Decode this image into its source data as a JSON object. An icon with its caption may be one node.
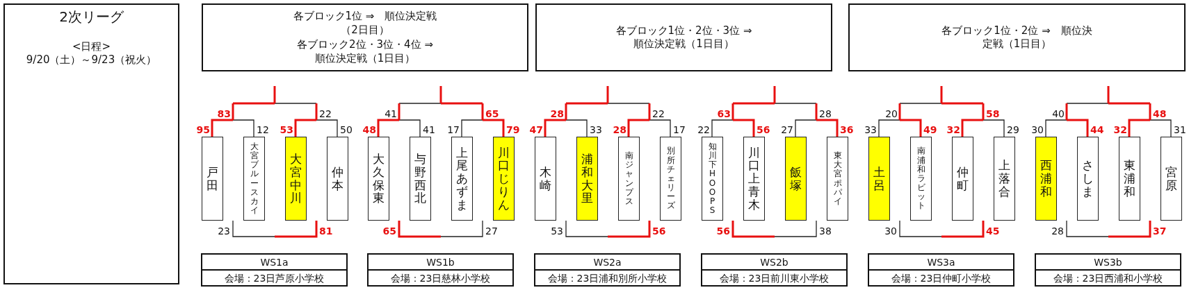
{
  "diagram": {
    "nodes": [
      {
        "text": [
          "2次リーグ",
          "<日程>",
          "9/20（土）～9/23（祝火）"
        ]
      },
      {
        "text": [
          "各ブロック1位 ⇒　順位決定戦（2日目）",
          "各ブロック2位・3位・4位 ⇒　順位決定戦（1日目）"
        ]
      },
      {
        "text": [
          "各ブロック1位・2位・3位 ⇒　順位決定戦（1日目）"
        ]
      },
      {
        "text": [
          "各ブロック1位・2位 ⇒　順位決定戦（1日目）"
        ]
      },
      {
        "text": [
          "戸田"
        ]
      },
      {
        "text": [
          "大宮ブルースカイ"
        ]
      },
      {
        "text": [
          "大宮中川"
        ]
      },
      {
        "text": [
          "仲本"
        ]
      },
      {
        "text": [
          "大久保東"
        ]
      },
      {
        "text": [
          "与野西北"
        ]
      },
      {
        "text": [
          "上尾あずま"
        ]
      },
      {
        "text": [
          "川口じりん"
        ]
      },
      {
        "text": [
          "木崎"
        ]
      },
      {
        "text": [
          "浦和大里"
        ]
      },
      {
        "text": [
          "南ジャンプス"
        ]
      },
      {
        "text": [
          "別所チェリーズ"
        ]
      },
      {
        "text": [
          "知川下HOOPS"
        ]
      },
      {
        "text": [
          "川口上青木"
        ]
      },
      {
        "text": [
          "飯塚"
        ]
      },
      {
        "text": [
          "東大宮ポパイ"
        ]
      },
      {
        "text": [
          "土呂"
        ]
      },
      {
        "text": [
          "南浦和ラビット"
        ]
      },
      {
        "text": [
          "仲町"
        ]
      },
      {
        "text": [
          "上落合"
        ]
      },
      {
        "text": [
          "西浦和"
        ]
      },
      {
        "text": [
          "さしま"
        ]
      },
      {
        "text": [
          "東浦和"
        ]
      },
      {
        "text": [
          "宮原"
        ]
      },
      {
        "text": [
          "WS1a",
          "会場：23日芦原小学校"
        ]
      },
      {
        "text": [
          "WS1b",
          "会場：23日慈林小学校"
        ]
      },
      {
        "text": [
          "WS2a",
          "会場：23日浦和別所小学校"
        ]
      },
      {
        "text": [
          "WS2b",
          "会場：23日前川東小学校"
        ]
      },
      {
        "text": [
          "WS3a",
          "会場：23日仲町小学校"
        ]
      },
      {
        "text": [
          "WS3b",
          "会場：23日西浦和小学校"
        ]
      }
    ],
    "labels": [
      "83",
      "22",
      "95",
      "12",
      "53",
      "50",
      "23",
      "81",
      "41",
      "65",
      "48",
      "41",
      "17",
      "79",
      "65",
      "27",
      "28",
      "22",
      "47",
      "33",
      "28",
      "17",
      "53",
      "56",
      "63",
      "28",
      "22",
      "56",
      "27",
      "36",
      "56",
      "38",
      "20",
      "58",
      "33",
      "49",
      "32",
      "29",
      "30",
      "45",
      "40",
      "48",
      "30",
      "44",
      "32",
      "31",
      "28",
      "37"
    ]
  }
}
